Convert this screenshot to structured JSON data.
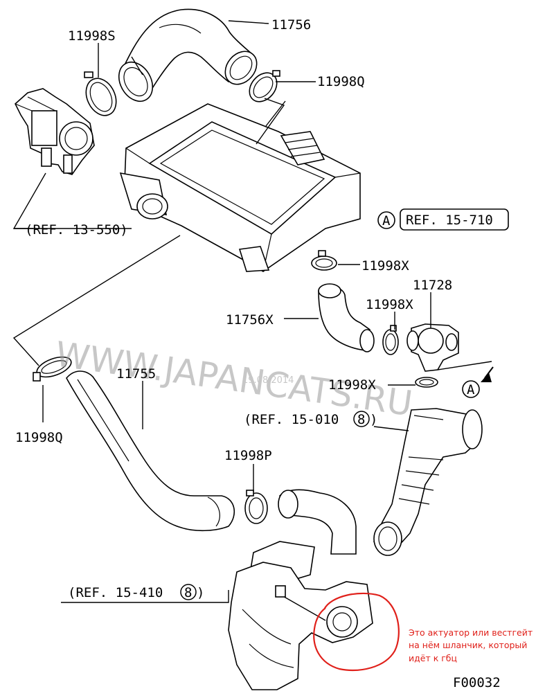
{
  "labels": {
    "p11998S": "11998S",
    "p11756": "11756",
    "p11998Q_top": "11998Q",
    "ref_13_550": "(REF. 13-550)",
    "circle_a_top": "A",
    "ref_15_710": "REF. 15-710",
    "p11998X_1": "11998X",
    "p11728": "11728",
    "p11998X_2": "11998X",
    "p11756X": "11756X",
    "p11998X_3": "11998X",
    "circle_a_bottom": "A",
    "p11755": "11755",
    "p11998Q_left": "11998Q",
    "ref_15_010": "(REF. 15-010",
    "ref_15_010_num": "8",
    "ref_15_010_close": ")",
    "p11998P": "11998P",
    "ref_15_410": "(REF. 15-410",
    "ref_15_410_num": "8",
    "ref_15_410_close": ")",
    "figure_code": "F00032"
  },
  "watermark": {
    "text": "WWW.JAPANCATS.RU",
    "date": "19.08.2014"
  },
  "annotation": {
    "line1": "Это актуатор или вестгейт",
    "line2": "на нём шланчик, который",
    "line3": "идёт к гбц",
    "color": "#e0201a"
  }
}
